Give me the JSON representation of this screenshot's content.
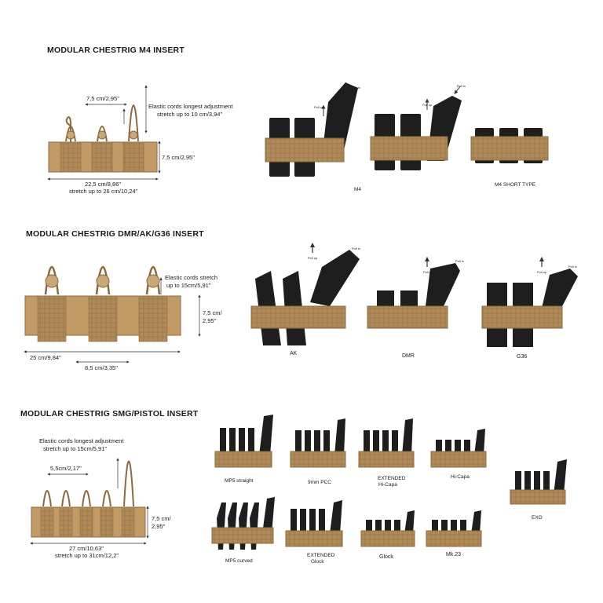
{
  "palette": {
    "coyote": "#b08a58",
    "coyote_dark": "#8c6a3e",
    "coyote_light": "#c9a877",
    "mag": "#1e1e1e",
    "line": "#333333"
  },
  "sections": {
    "m4": {
      "title": "MODULAR CHESTRIG M4 INSERT",
      "pitch": "7,5 cm/2,95\"",
      "cord_line1": "Elastic cords longest adjustment",
      "cord_line2": "stretch up to 10  cm/3,94\"",
      "height": "7,5 cm/2,95\"",
      "width_line1": "22,5 cm/8,86\"",
      "width_line2": "stretch up to 26 cm/10,24\"",
      "variants": [
        {
          "label": "M4",
          "pull_up": "Pull up",
          "pull_in": "Pull in"
        },
        {
          "label": "",
          "pull_up": "Pull up",
          "pull_in": "Pull in"
        },
        {
          "label": "M4 SHORT TYPE"
        }
      ]
    },
    "ak": {
      "title": "MODULAR CHESTRIG DMR/AK/G36 INSERT",
      "cord_line1": "Elastic cords stretch",
      "cord_line2": "up to 15cm/5,91\"",
      "height_line1": "7,5 cm/",
      "height_line2": "2,95\"",
      "width": "25 cm/9,84\"",
      "pitch": "8,5 cm/3,35\"",
      "variants": [
        {
          "label": "AK",
          "pull_up": "Pull up",
          "pull_in": "Pull in"
        },
        {
          "label": "DMR",
          "pull_up": "Pull up",
          "pull_in": "Pull in"
        },
        {
          "label": "G36",
          "pull_up": "Pull up",
          "pull_in": "Pull in"
        }
      ]
    },
    "smg": {
      "title": "MODULAR CHESTRIG SMG/PISTOL INSERT",
      "cord_line1": "Elastic cords longest adjustment",
      "cord_line2": "stretch up to 15cm/5,91\"",
      "pitch": "5,5cm/2,17\"",
      "height_line1": "7,5 cm/",
      "height_line2": "2,95\"",
      "width_line1": "27 cm/10,63\"",
      "width_line2": "stretch up to 31cm/12,2\"",
      "variants": [
        {
          "label": "MP5 straight"
        },
        {
          "label": "9mm PCC"
        },
        {
          "label_line1": "EXTENDED",
          "label_line2": "Hi-Capa"
        },
        {
          "label": "Hi-Capa"
        },
        {
          "label": "EXO"
        },
        {
          "label": "MP5 curved"
        },
        {
          "label_line1": "EXTENDED",
          "label_line2": "Glock"
        },
        {
          "label": "Glock"
        },
        {
          "label": "Mk.23"
        }
      ]
    }
  }
}
